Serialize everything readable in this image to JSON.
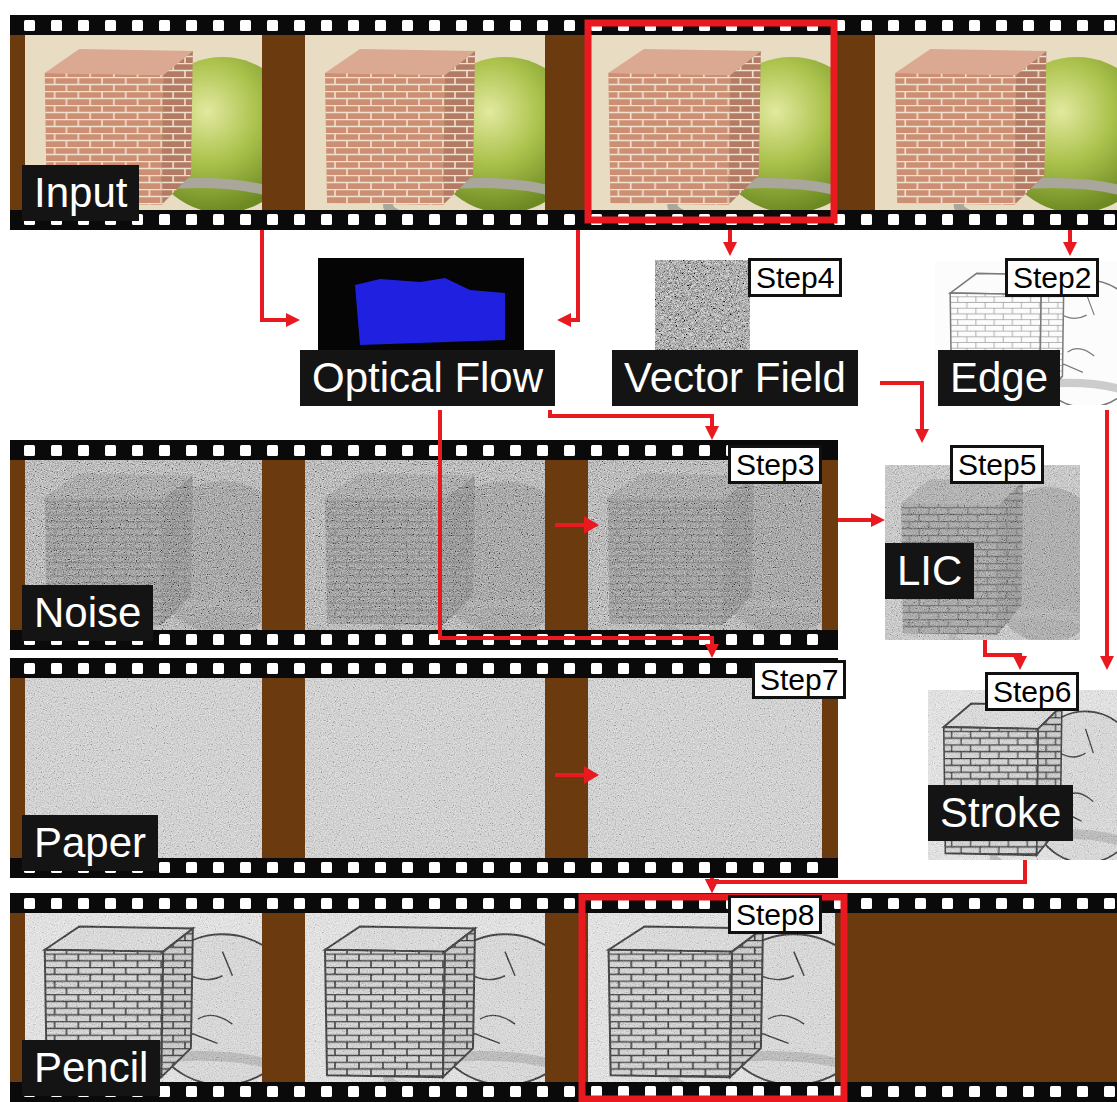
{
  "diagram": {
    "nodes": [
      {
        "text": [
          "Input"
        ]
      },
      {
        "text": [
          "Optical Flow"
        ]
      },
      {
        "text": [
          "Step4",
          "Vector Field"
        ]
      },
      {
        "text": [
          "Step2",
          "Edge"
        ]
      },
      {
        "text": [
          "Step3",
          "Noise"
        ]
      },
      {
        "text": [
          "Step5",
          "LIC"
        ]
      },
      {
        "text": [
          "Step7",
          "Paper"
        ]
      },
      {
        "text": [
          "Step6",
          "Stroke"
        ]
      },
      {
        "text": [
          "Step8",
          "Pencil"
        ]
      }
    ],
    "edges": [
      {
        "from": 0,
        "to": 1,
        "arrow": "to"
      },
      {
        "from": 0,
        "to": 1,
        "arrow": "to"
      },
      {
        "from": 0,
        "to": 2,
        "arrow": "to"
      },
      {
        "from": 0,
        "to": 3,
        "arrow": "to"
      },
      {
        "from": 1,
        "to": 4,
        "arrow": "to"
      },
      {
        "from": 1,
        "to": 6,
        "arrow": "to"
      },
      {
        "from": 2,
        "to": 5,
        "arrow": "to"
      },
      {
        "from": 4,
        "to": 5,
        "arrow": "to"
      },
      {
        "from": 5,
        "to": 7,
        "arrow": "to"
      },
      {
        "from": 3,
        "to": 7,
        "arrow": "to"
      },
      {
        "from": 6,
        "to": 8,
        "arrow": "to"
      },
      {
        "from": 7,
        "to": 8,
        "arrow": "to"
      }
    ]
  }
}
